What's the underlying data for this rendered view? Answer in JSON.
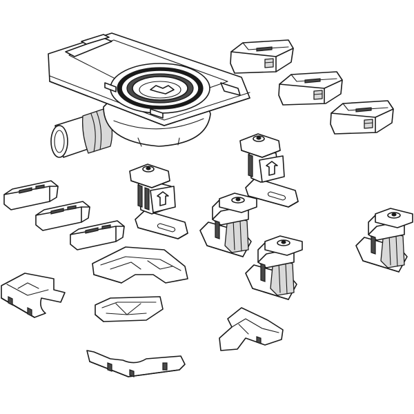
{
  "image": {
    "background": "#ffffff",
    "line_color": "#1a1a1a",
    "shade_color": "#d9d9d9",
    "parts": [
      {
        "name": "drain-body",
        "icon": "floor-drain-with-outlet-pipe"
      },
      {
        "name": "height-riser",
        "icon": "rectangular-block",
        "count": 3
      },
      {
        "name": "support-bracket",
        "icon": "bracket-with-arrow",
        "count": 2
      },
      {
        "name": "adjustable-foot",
        "icon": "screw-foot",
        "count": 3
      },
      {
        "name": "clip",
        "icon": "small-rail-clip",
        "count": 3
      },
      {
        "name": "edge-frame",
        "icon": "frame-segment",
        "count": 5
      }
    ]
  }
}
